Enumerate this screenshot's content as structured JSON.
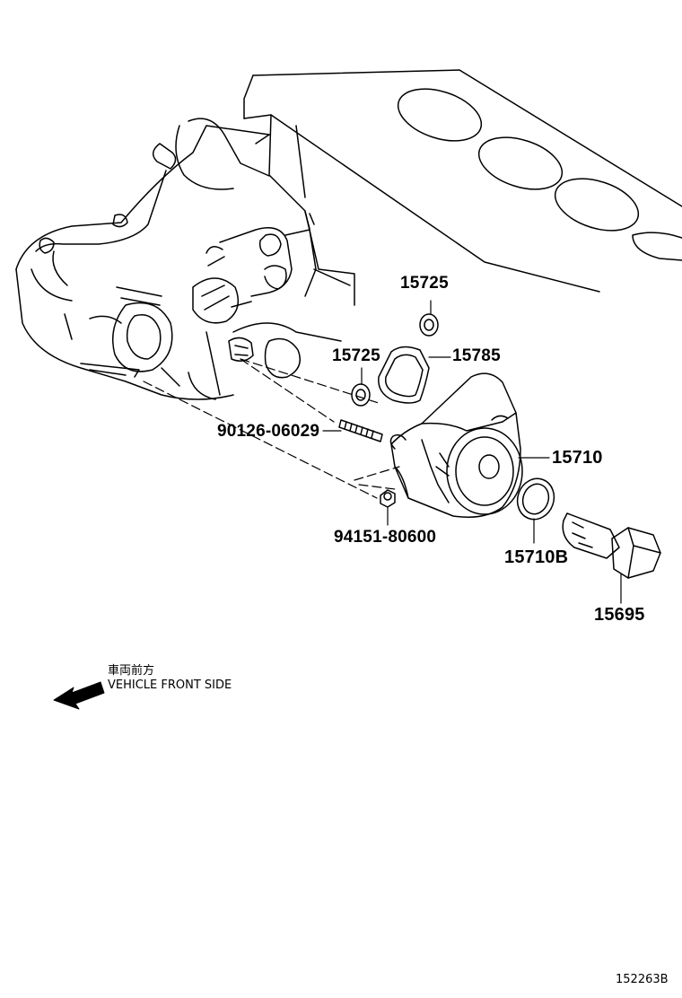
{
  "parts": {
    "p15725_top": "15725",
    "p15725_mid": "15725",
    "p15785": "15785",
    "p90126": "90126-06029",
    "p15710": "15710",
    "p94151": "94151-80600",
    "p15710b": "15710B",
    "p15695": "15695"
  },
  "orientation": {
    "note_jp": "車両前方",
    "note_en": "VEHICLE FRONT SIDE",
    "arrow_icon": "arrow-left-icon"
  },
  "reference_code": "152263B",
  "colors": {
    "line": "#000000",
    "background": "#ffffff"
  }
}
